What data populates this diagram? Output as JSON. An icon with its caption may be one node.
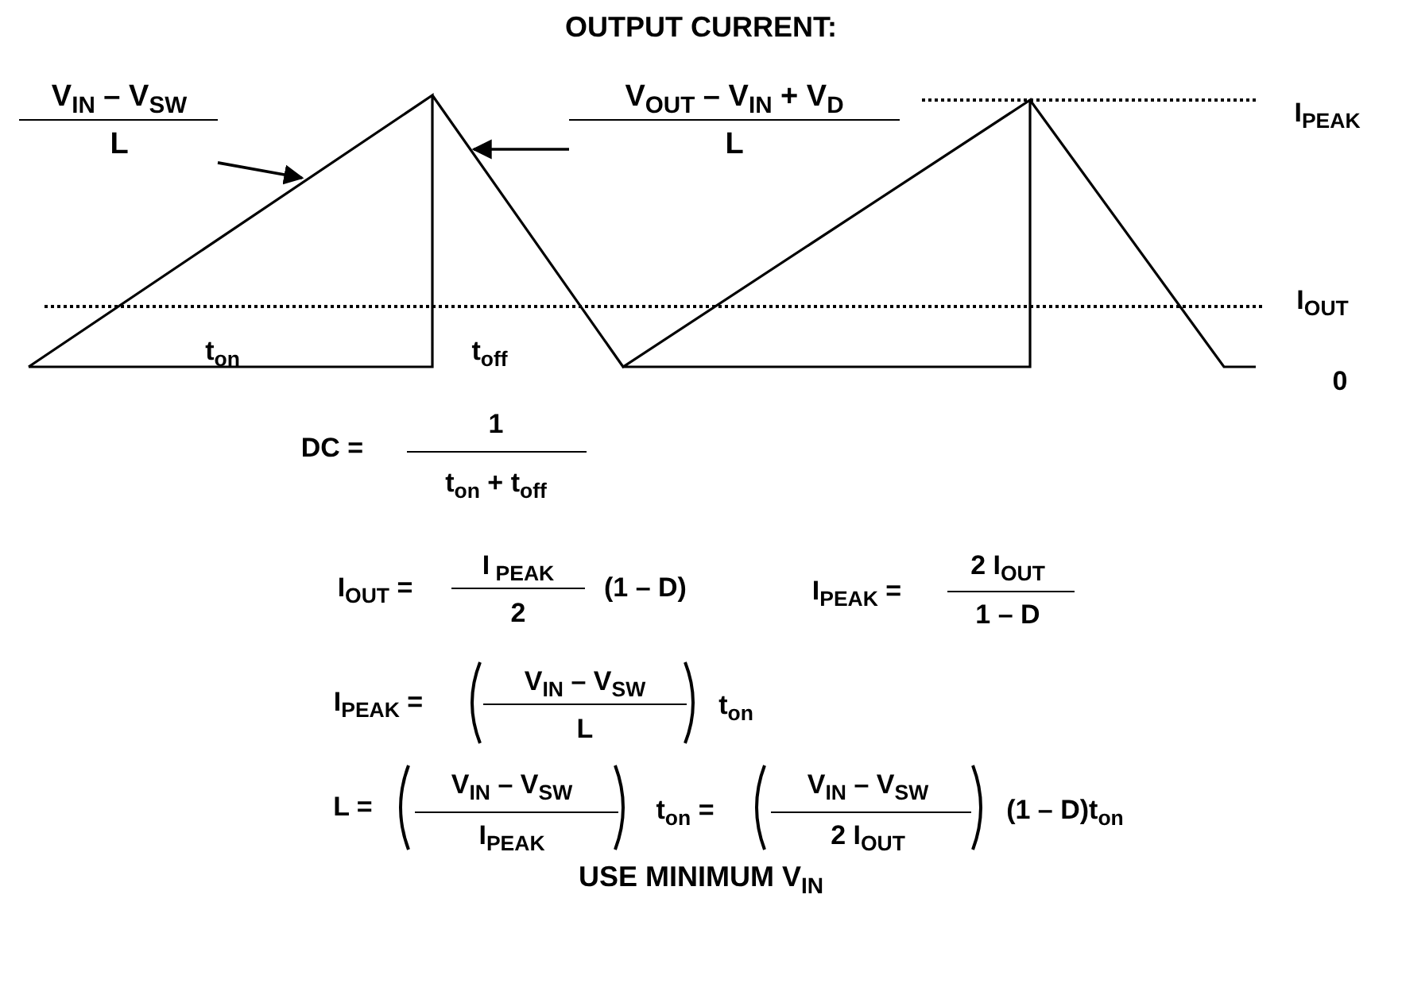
{
  "diagram": {
    "title": "OUTPUT CURRENT:",
    "caption": "USE MINIMUM V$_{IN}$",
    "nodes": [
      {
        "text": [
          "V$_{IN}$ – V$_{SW}$",
          "L"
        ]
      },
      {
        "text": [
          "V$_{OUT}$ – V$_{IN}$ + V$_{D}$",
          "L"
        ]
      }
    ],
    "edges": [
      {
        "from": 0,
        "to": null,
        "arrow": "to"
      },
      {
        "from": 1,
        "to": null,
        "arrow": "to"
      }
    ],
    "labels": [
      "t$_{on}$",
      "t$_{off}$",
      "I$_{PEAK}$",
      "I$_{OUT}$",
      "0",
      "DC =",
      "1",
      "t$_{on}$ + t$_{off}$",
      "I$_{OUT}$ =",
      "I$_{ PEAK}$",
      "2",
      "(1 – D)",
      "I$_{PEAK}$ =",
      "2 I$_{OUT}$",
      "1 – D",
      "I$_{PEAK}$ =",
      "V$_{IN}$ – V$_{SW}$",
      "L",
      "t$_{on}$",
      "L =",
      "V$_{IN}$ – V$_{SW}$",
      "I$_{PEAK}$",
      "t$_{on}$ =",
      "V$_{IN}$ – V$_{SW}$",
      "2 I$_{OUT}$",
      "(1 – D)t$_{on}$"
    ]
  }
}
